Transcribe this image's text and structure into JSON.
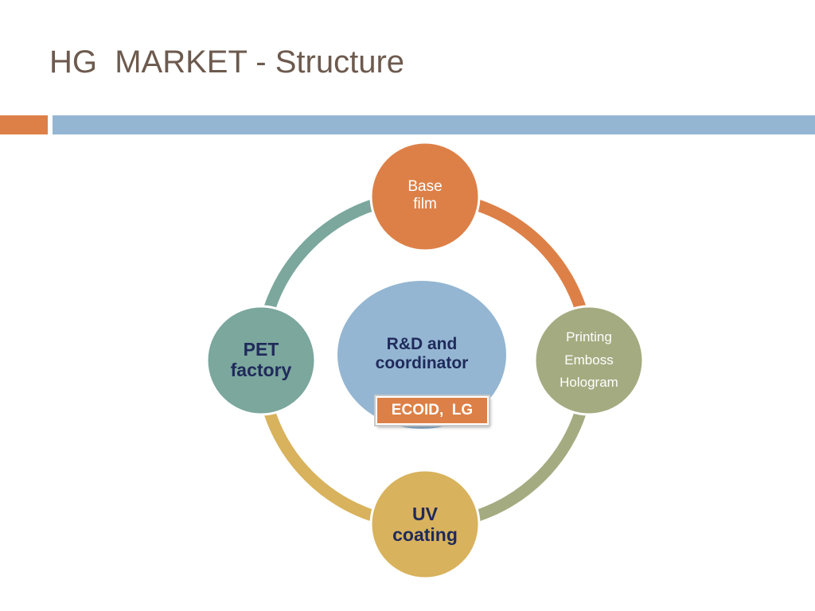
{
  "title": "HG  MARKET - Structure",
  "colors": {
    "title": "#6d5a4e",
    "accent_orange": "#dd8047",
    "accent_blue": "#94b6d2",
    "teal": "#7ba79d",
    "olive": "#a5ab81",
    "gold": "#d8b25c",
    "navy_text": "#1f2a5a"
  },
  "diagram": {
    "center": {
      "line1": "R&D and",
      "line2": "coordinator"
    },
    "badge": "ECOID,  LG",
    "nodes": {
      "top": {
        "line1": "Base",
        "line2": "film"
      },
      "right": {
        "line1": "Printing",
        "line2": "Emboss",
        "line3": "Hologram"
      },
      "bottom": {
        "line1": "UV",
        "line2": "coating"
      },
      "left": {
        "line1": "PET",
        "line2": "factory"
      }
    }
  }
}
